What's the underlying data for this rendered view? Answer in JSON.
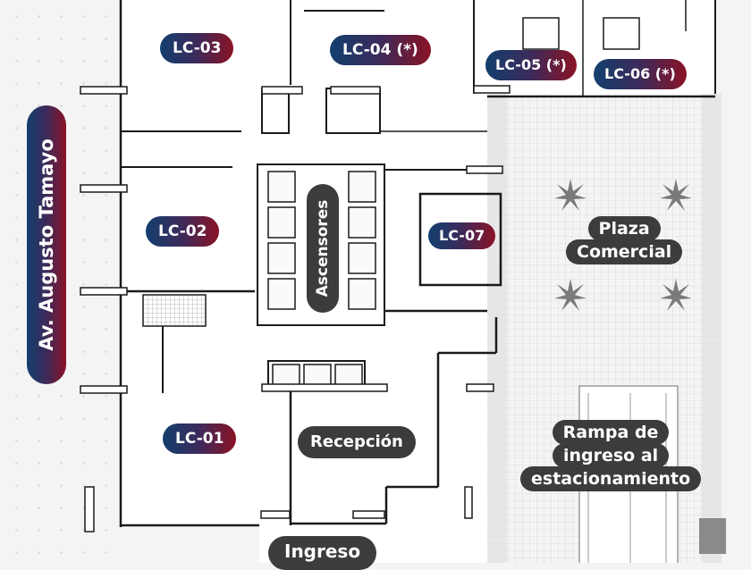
{
  "street": {
    "name": "Av. Augusto Tamayo"
  },
  "locales": [
    {
      "id": "LC-01",
      "label": "LC-01"
    },
    {
      "id": "LC-02",
      "label": "LC-02"
    },
    {
      "id": "LC-03",
      "label": "LC-03"
    },
    {
      "id": "LC-04",
      "label": "LC-04 (*)"
    },
    {
      "id": "LC-05",
      "label": "LC-05 (*)"
    },
    {
      "id": "LC-06",
      "label": "LC-06 (*)"
    },
    {
      "id": "LC-07",
      "label": "LC-07"
    }
  ],
  "areas": {
    "elevators": "Ascensores",
    "reception": "Recepción",
    "entrance": "Ingreso",
    "plaza": [
      "Plaza",
      "Comercial"
    ],
    "ramp": [
      "Rampa de",
      "ingreso al",
      "estacionamiento"
    ]
  },
  "colors": {
    "gradient_start": "#123f6e",
    "gradient_end": "#8a1225",
    "dark_label": "#3c3c3c",
    "wall": "#1a1a1a",
    "background": "#f4f4f4"
  }
}
